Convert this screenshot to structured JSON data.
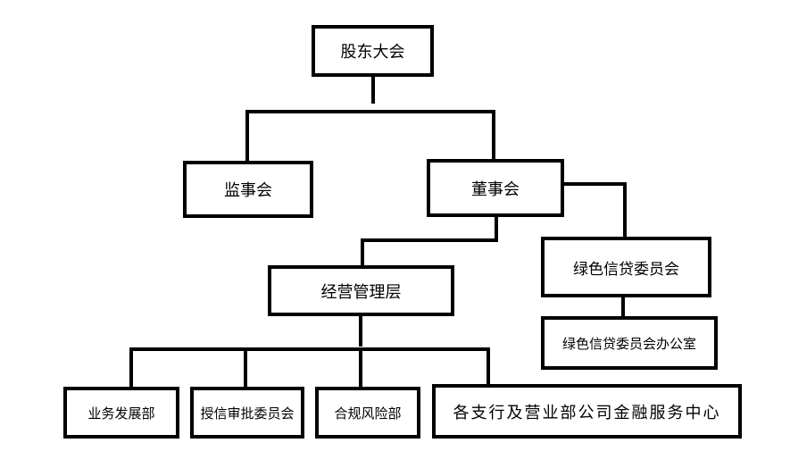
{
  "org_chart": {
    "shareholders_meeting": "股东大会",
    "supervisory_board": "监事会",
    "board_of_directors": "董事会",
    "green_credit_committee": "绿色信贷委员会",
    "green_credit_committee_office": "绿色信贷委员会办公室",
    "senior_management": "经营管理层",
    "departments": [
      "业务发展部",
      "授信审批委员会",
      "合规风险部",
      "各支行及营业部公司金融服务中心"
    ]
  }
}
